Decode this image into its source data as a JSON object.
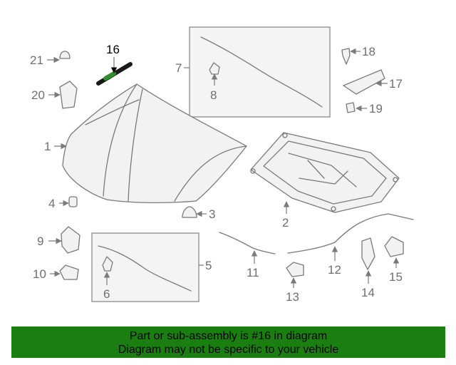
{
  "callouts": {
    "c1": "1",
    "c2": "2",
    "c3": "3",
    "c4": "4",
    "c5": "5",
    "c6": "6",
    "c7": "7",
    "c8": "8",
    "c9": "9",
    "c10": "10",
    "c11": "11",
    "c12": "12",
    "c13": "13",
    "c14": "14",
    "c15": "15",
    "c16": "16",
    "c17": "17",
    "c18": "18",
    "c19": "19",
    "c20": "20",
    "c21": "21"
  },
  "banner": {
    "line1": "Part or sub-assembly is #16 in diagram",
    "line2": "Diagram may not be specific to your vehicle",
    "background": "#1a7f10"
  },
  "highlight_part": "16"
}
